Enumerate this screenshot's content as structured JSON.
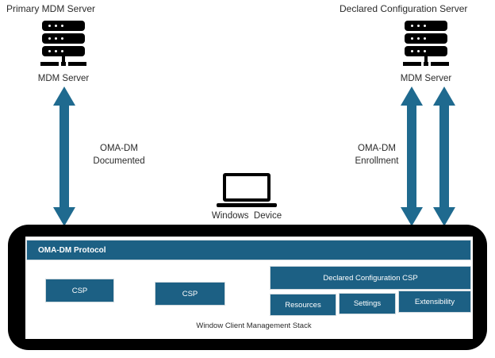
{
  "diagram": {
    "title_left": "Primary MDM Server",
    "title_right": "Declared Configuration Server",
    "nodes": {
      "left_server_label": "MDM Server",
      "right_server_label": "MDM Server",
      "device_label": "Windows  Device"
    },
    "connections": {
      "left_arrow_label_line1": "OMA-DM",
      "left_arrow_label_line2": "Documented",
      "right_arrow_label_line1": "OMA-DM",
      "right_arrow_label_line2": "Enrollment"
    },
    "stack": {
      "protocol_bar": "OMA-DM Protocol",
      "caption": "Window Client Management Stack",
      "csp_left": "CSP",
      "csp_middle": "CSP",
      "declared_config_csp": "Declared Configuration CSP",
      "sub_boxes": [
        "Resources",
        "Settings",
        "Extensibility"
      ]
    },
    "colors": {
      "accent": "#1c6084",
      "arrow": "#1f6a8f",
      "container": "#000000",
      "text": "#2b2b2b",
      "surface": "#ffffff"
    }
  }
}
